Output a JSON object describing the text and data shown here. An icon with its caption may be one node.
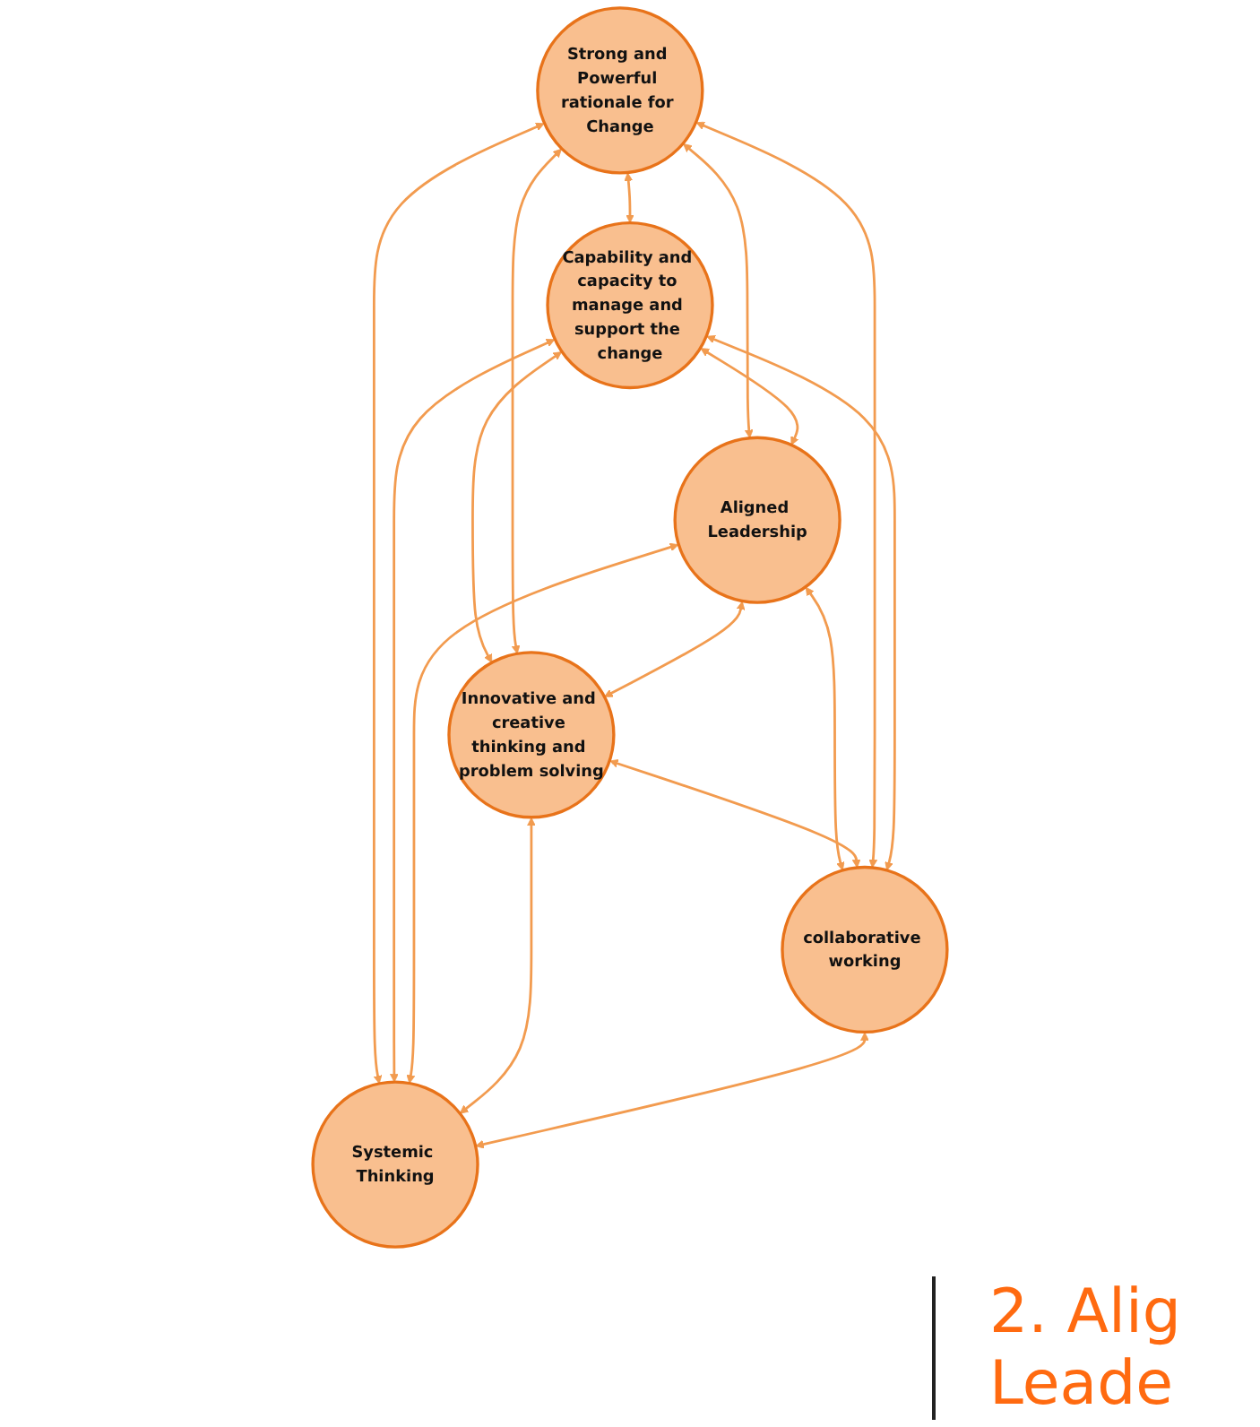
{
  "diagram": {
    "nodes": [
      {
        "text": [
          "Strong and Powerful rationale for Change"
        ]
      },
      {
        "text": [
          "Capability and capacity to manage and support the change"
        ]
      },
      {
        "text": [
          "Aligned Leadership"
        ]
      },
      {
        "text": [
          "Innovative and creative thinking and problem solving"
        ]
      },
      {
        "text": [
          "collaborative working"
        ]
      },
      {
        "text": [
          "Systemic Thinking"
        ]
      }
    ],
    "edges": [
      {
        "from": 0,
        "to": 1,
        "arrow": "both"
      },
      {
        "from": 0,
        "to": 2,
        "arrow": "both"
      },
      {
        "from": 1,
        "to": 2,
        "arrow": "both"
      },
      {
        "from": 2,
        "to": 4,
        "arrow": "both"
      },
      {
        "from": 1,
        "to": 3,
        "arrow": "both"
      },
      {
        "from": 3,
        "to": 4,
        "arrow": "both"
      },
      {
        "from": 0,
        "to": 5,
        "arrow": "both"
      },
      {
        "from": 0,
        "to": 3,
        "arrow": "both"
      },
      {
        "from": 0,
        "to": 4,
        "arrow": "both"
      },
      {
        "from": 1,
        "to": 4,
        "arrow": "both"
      },
      {
        "from": 1,
        "to": 5,
        "arrow": "both"
      },
      {
        "from": 2,
        "to": 3,
        "arrow": "both"
      },
      {
        "from": 2,
        "to": 5,
        "arrow": "both"
      },
      {
        "from": 3,
        "to": 5,
        "arrow": "both"
      },
      {
        "from": 4,
        "to": 5,
        "arrow": "both"
      }
    ],
    "labels": [
      "2. Alig",
      "Leade"
    ]
  }
}
